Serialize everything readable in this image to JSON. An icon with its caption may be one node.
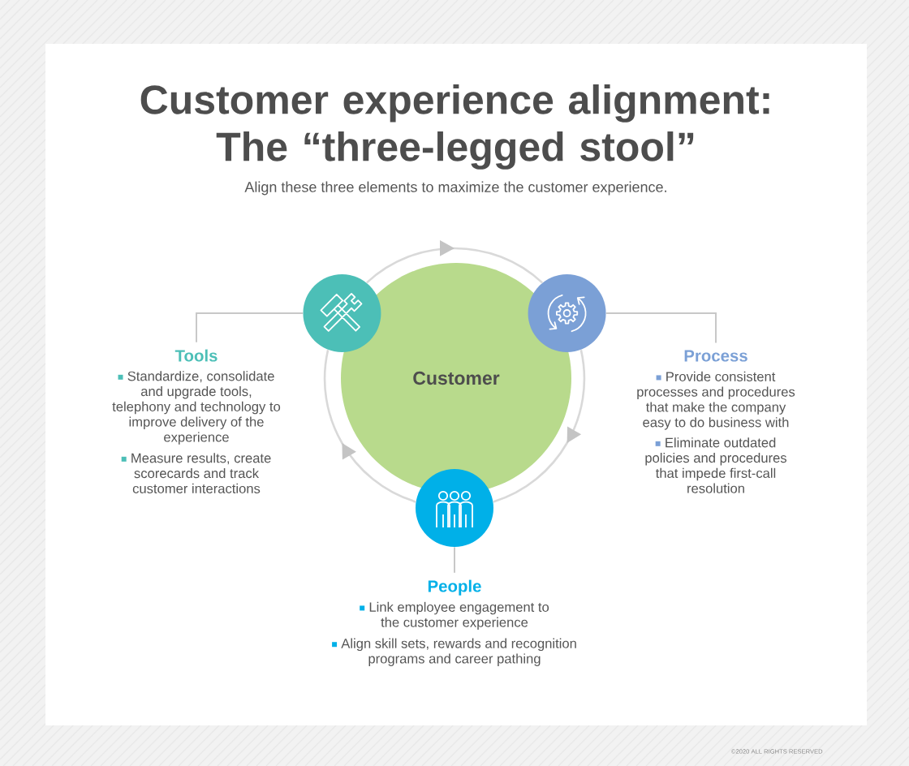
{
  "diagram": {
    "title": "Customer experience alignment: The “three-legged stool”",
    "nodes": [
      {
        "text": [],
        "shape": "circle"
      },
      {
        "text": [],
        "shape": "circle"
      },
      {
        "text": [
          "Customer"
        ]
      },
      {
        "text": [
          "Tools",
          "Standardize, consolidate and upgrade tools, telephony and technology to improve delivery of the experience",
          "Measure results, create scorecards and track customer interactions"
        ]
      },
      {
        "text": [
          "Process",
          "Provide consistent processes and procedures that make the company easy to do business with",
          "Eliminate outdated policies and procedures that impede first-call resolution"
        ]
      },
      {
        "text": [],
        "shape": "circle"
      },
      {
        "text": [
          "People",
          "Link employee engagement to the customer experience",
          "Align skill sets, rewards and recognition programs and career pathing"
        ]
      }
    ],
    "edges": [
      {
        "from": 0,
        "to": 1,
        "arrow": "to"
      },
      {
        "from": 1,
        "to": 5,
        "arrow": "to"
      },
      {
        "from": 5,
        "to": 0,
        "arrow": "to"
      },
      {
        "from": 0,
        "to": 3,
        "arrow": "none"
      },
      {
        "from": 1,
        "to": 4,
        "arrow": "none"
      },
      {
        "from": 5,
        "to": 6,
        "arrow": "none"
      }
    ],
    "labels": [
      "Align these three elements to maximize the customer experience.",
      "©2020 ALL RIGHTS RESERVED"
    ]
  }
}
